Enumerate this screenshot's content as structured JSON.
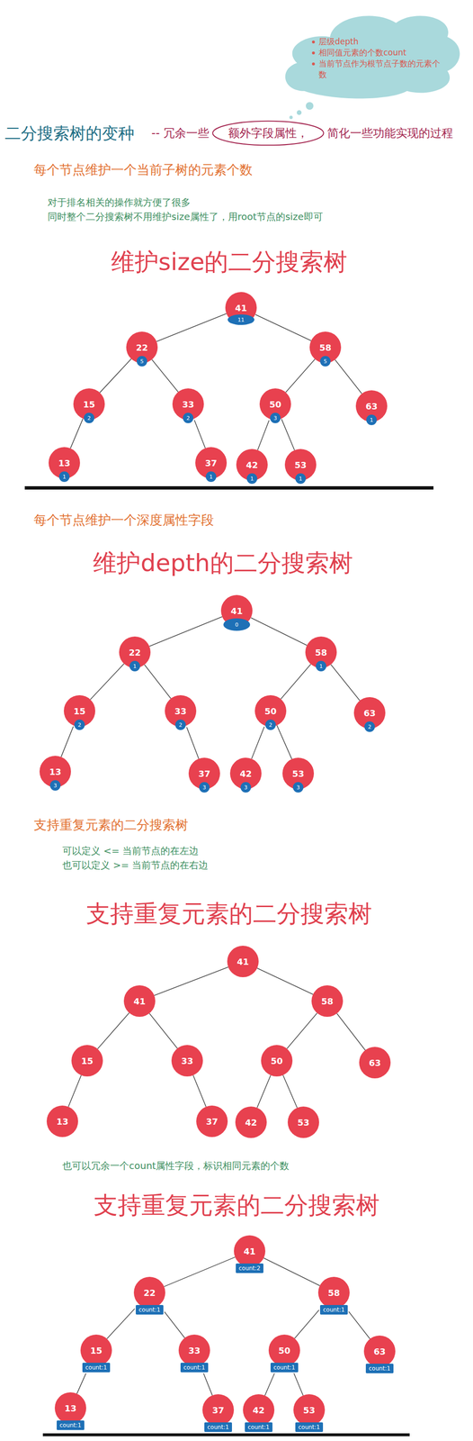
{
  "diagram": {
    "title": "二分搜索树的变种",
    "nodes": [
      {
        "text": [
          "层级depth",
          "相同值元素的个数count",
          "当前节点作为根节点子数的元素个数"
        ]
      },
      {
        "text": [
          "41"
        ]
      },
      {
        "text": [
          "11"
        ],
        "in": 1
      },
      {
        "text": [
          "22"
        ]
      },
      {
        "text": [
          "5"
        ],
        "in": 3
      },
      {
        "text": [
          "58"
        ]
      },
      {
        "text": [
          "5"
        ],
        "in": 5
      },
      {
        "text": [
          "15"
        ]
      },
      {
        "text": [
          "2"
        ],
        "in": 7
      },
      {
        "text": [
          "33"
        ]
      },
      {
        "text": [
          "2"
        ],
        "in": 9
      },
      {
        "text": [
          "50"
        ]
      },
      {
        "text": [
          "3"
        ],
        "in": 11
      },
      {
        "text": [
          "63"
        ]
      },
      {
        "text": [
          "1"
        ],
        "in": 13
      },
      {
        "text": [
          "13"
        ]
      },
      {
        "text": [
          "1"
        ],
        "in": 15
      },
      {
        "text": [
          "37"
        ]
      },
      {
        "text": [
          "1"
        ],
        "in": 17
      },
      {
        "text": [
          "42"
        ]
      },
      {
        "text": [
          "1"
        ],
        "in": 19
      },
      {
        "text": [
          "53"
        ]
      },
      {
        "text": [
          "1"
        ],
        "in": 21
      },
      {
        "text": [
          "41"
        ]
      },
      {
        "text": [
          "0"
        ],
        "in": 23
      },
      {
        "text": [
          "22"
        ]
      },
      {
        "text": [
          "1"
        ],
        "in": 25
      },
      {
        "text": [
          "58"
        ]
      },
      {
        "text": [
          "1"
        ],
        "in": 27
      },
      {
        "text": [
          "15"
        ]
      },
      {
        "text": [
          "2"
        ],
        "in": 29
      },
      {
        "text": [
          "33"
        ]
      },
      {
        "text": [
          "2"
        ],
        "in": 31
      },
      {
        "text": [
          "50"
        ]
      },
      {
        "text": [
          "2"
        ],
        "in": 33
      },
      {
        "text": [
          "63"
        ]
      },
      {
        "text": [
          "2"
        ],
        "in": 35
      },
      {
        "text": [
          "13"
        ]
      },
      {
        "text": [
          "3"
        ],
        "in": 37
      },
      {
        "text": [
          "37"
        ]
      },
      {
        "text": [
          "3"
        ],
        "in": 39
      },
      {
        "text": [
          "42"
        ]
      },
      {
        "text": [
          "3"
        ],
        "in": 41
      },
      {
        "text": [
          "53"
        ]
      },
      {
        "text": [
          "3"
        ],
        "in": 43
      },
      {
        "text": [
          "41"
        ]
      },
      {
        "text": [
          "41"
        ]
      },
      {
        "text": [
          "58"
        ]
      },
      {
        "text": [
          "15"
        ]
      },
      {
        "text": [
          "33"
        ]
      },
      {
        "text": [
          "50"
        ]
      },
      {
        "text": [
          "63"
        ]
      },
      {
        "text": [
          "13"
        ]
      },
      {
        "text": [
          "37"
        ]
      },
      {
        "text": [
          "42"
        ]
      },
      {
        "text": [
          "53"
        ]
      },
      {
        "text": [
          "41"
        ]
      },
      {
        "text": [
          "count:2"
        ],
        "in": 56
      },
      {
        "text": [
          "22"
        ]
      },
      {
        "text": [
          "count:1"
        ],
        "in": 58
      },
      {
        "text": [
          "58"
        ]
      },
      {
        "text": [
          "count:1"
        ],
        "in": 60
      },
      {
        "text": [
          "15"
        ]
      },
      {
        "text": [
          "count:1"
        ],
        "in": 62
      },
      {
        "text": [
          "33"
        ]
      },
      {
        "text": [
          "count:1"
        ],
        "in": 64
      },
      {
        "text": [
          "50"
        ]
      },
      {
        "text": [
          "count:1"
        ],
        "in": 66
      },
      {
        "text": [
          "63"
        ]
      },
      {
        "text": [
          "count:1"
        ],
        "in": 68
      },
      {
        "text": [
          "13"
        ]
      },
      {
        "text": [
          "count:1"
        ],
        "in": 70
      },
      {
        "text": [
          "37"
        ]
      },
      {
        "text": [
          "count:1"
        ],
        "in": 72
      },
      {
        "text": [
          "42"
        ]
      },
      {
        "text": [
          "count:1"
        ],
        "in": 74
      },
      {
        "text": [
          "53"
        ]
      },
      {
        "text": [
          "count:1"
        ],
        "in": 76
      }
    ],
    "edges": [
      {
        "from": 1,
        "to": 3,
        "arrow": "none"
      },
      {
        "from": 1,
        "to": 5,
        "arrow": "none"
      },
      {
        "from": 3,
        "to": 7,
        "arrow": "none"
      },
      {
        "from": 3,
        "to": 9,
        "arrow": "none"
      },
      {
        "from": 5,
        "to": 11,
        "arrow": "none"
      },
      {
        "from": 5,
        "to": 13,
        "arrow": "none"
      },
      {
        "from": 7,
        "to": 15,
        "arrow": "none"
      },
      {
        "from": 9,
        "to": 17,
        "arrow": "none"
      },
      {
        "from": 11,
        "to": 19,
        "arrow": "none"
      },
      {
        "from": 11,
        "to": 21,
        "arrow": "none"
      },
      {
        "from": 23,
        "to": 25,
        "arrow": "none"
      },
      {
        "from": 23,
        "to": 27,
        "arrow": "none"
      },
      {
        "from": 25,
        "to": 29,
        "arrow": "none"
      },
      {
        "from": 25,
        "to": 31,
        "arrow": "none"
      },
      {
        "from": 27,
        "to": 33,
        "arrow": "none"
      },
      {
        "from": 27,
        "to": 35,
        "arrow": "none"
      },
      {
        "from": 29,
        "to": 37,
        "arrow": "none"
      },
      {
        "from": 31,
        "to": 39,
        "arrow": "none"
      },
      {
        "from": 33,
        "to": 41,
        "arrow": "none"
      },
      {
        "from": 33,
        "to": 43,
        "arrow": "none"
      },
      {
        "from": 45,
        "to": 46,
        "arrow": "none"
      },
      {
        "from": 45,
        "to": 47,
        "arrow": "none"
      },
      {
        "from": 46,
        "to": 48,
        "arrow": "none"
      },
      {
        "from": 46,
        "to": 49,
        "arrow": "none"
      },
      {
        "from": 47,
        "to": 50,
        "arrow": "none"
      },
      {
        "from": 47,
        "to": 51,
        "arrow": "none"
      },
      {
        "from": 48,
        "to": 52,
        "arrow": "none"
      },
      {
        "from": 49,
        "to": 53,
        "arrow": "none"
      },
      {
        "from": 50,
        "to": 54,
        "arrow": "none"
      },
      {
        "from": 50,
        "to": 55,
        "arrow": "none"
      },
      {
        "from": 56,
        "to": 58,
        "arrow": "none"
      },
      {
        "from": 56,
        "to": 60,
        "arrow": "none"
      },
      {
        "from": 58,
        "to": 62,
        "arrow": "none"
      },
      {
        "from": 58,
        "to": 64,
        "arrow": "none"
      },
      {
        "from": 60,
        "to": 66,
        "arrow": "none"
      },
      {
        "from": 60,
        "to": 68,
        "arrow": "none"
      },
      {
        "from": 62,
        "to": 70,
        "arrow": "none"
      },
      {
        "from": 64,
        "to": 72,
        "arrow": "none"
      },
      {
        "from": 66,
        "to": 74,
        "arrow": "none"
      },
      {
        "from": 66,
        "to": 76,
        "arrow": "none"
      }
    ],
    "labels": [
      "-- 冗余一些",
      "额外字段属性，",
      "简化一些功能实现的过程",
      "每个节点维护一个当前子树的元素个数",
      "对于排名相关的操作就方便了很多",
      "同时整个二分搜索树不用维护size属性了，用root节点的size即可",
      "维护size的二分搜索树",
      "每个节点维护一个深度属性字段",
      "维护depth的二分搜索树",
      "支持重复元素的二分搜索树",
      "可以定义 <= 当前节点的在左边",
      "也可以定义 >= 当前节点的在右边",
      "支持重复元素的二分搜索树",
      "也可以冗余一个count属性字段，标识相同元素的个数",
      "支持重复元素的二分搜索树"
    ]
  }
}
